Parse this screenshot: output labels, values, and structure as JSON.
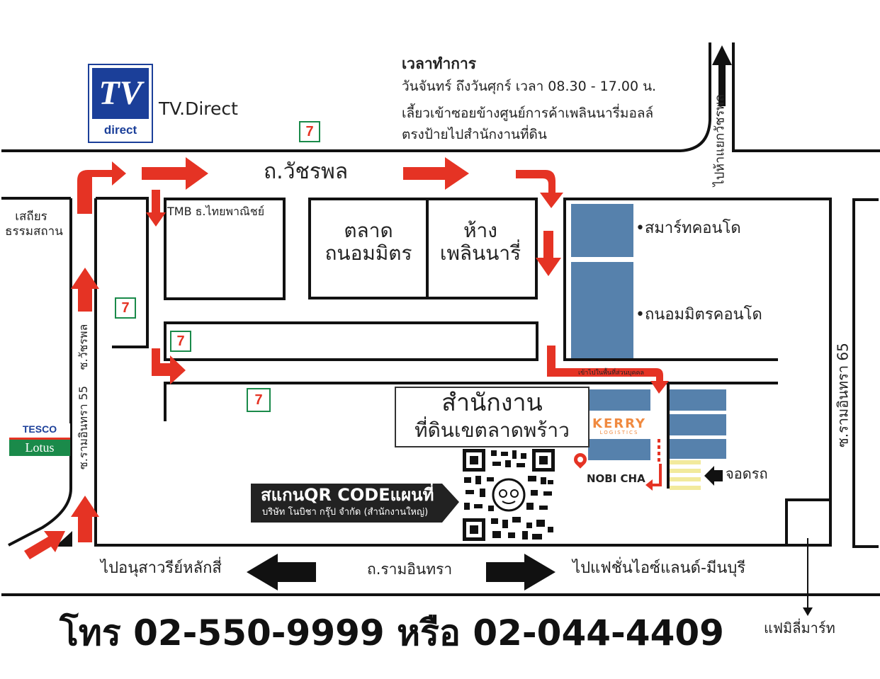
{
  "brand": {
    "logo_text": "TV",
    "logo_sub": "direct",
    "name": "TV.Direct"
  },
  "hours": {
    "title": "เวลาทำการ",
    "line1": "วันจันทร์ ถึงวันศุกร์  เวลา 08.30 - 17.00 น.",
    "line2": "เลี้ยวเข้าซอยข้างศูนย์การค้าเพลินนารี่มอลล์",
    "line3": "ตรงป้ายไปสำนักงานที่ดิน"
  },
  "roads": {
    "vatcharaphon": "ถ.วัชรพล",
    "ramintra": "ถ.รามอินทรา",
    "soi_vatcharaphon": "ซ.วัชรพล",
    "soi_55": "ซ.รามอินทรา 55",
    "soi_65": "ซ.รามอินทรา 65",
    "to_junction": "ไปห้าแยกวัชรพล"
  },
  "places": {
    "tmb": "TMB ธ.ไทยพาณิชย์",
    "market_l1": "ตลาด",
    "market_l2": "ถนอมมิตร",
    "mall_l1": "ห้าง",
    "mall_l2": "เพลินนารี่",
    "smart_condo": "•สมาร์ทคอนโด",
    "thanom_condo": "•ถนอมมิตรคอนโด",
    "sathien_l1": "เสถียร",
    "sathien_l2": "ธรรมสถาน",
    "tesco_1": "TESCO",
    "tesco_2": "Lotus",
    "kerry_1": "KERRY",
    "kerry_2": "LOGISTICS",
    "nobicha": "NOBI CHA",
    "parking": "จอดรถ",
    "entry_note": "เข้าไปในพื้นที่ส่วนบุคคล",
    "familymart": "แฟมิลี่มาร์ท",
    "seven": "7"
  },
  "office": {
    "title": "สำนักงาน",
    "subtitle": "ที่ดินเขตลาดพร้าว"
  },
  "qr": {
    "title": "สแกนQR CODEแผนที่",
    "subtitle": "บริษัท โนบิชา กรุ๊ป จำกัด (สำนักงานใหญ่)"
  },
  "directions": {
    "left": "ไปอนุสาวรีย์หลักสี่",
    "right": "ไปแฟชั่นไอซ์แลนด์-มีนบุรี"
  },
  "phone": "โทร 02-550-9999 หรือ 02-044-4409",
  "colors": {
    "arrow": "#e53324",
    "block": "#3f6fa0",
    "seven_green": "#1a8a4a",
    "logo_blue": "#1b3f99"
  }
}
